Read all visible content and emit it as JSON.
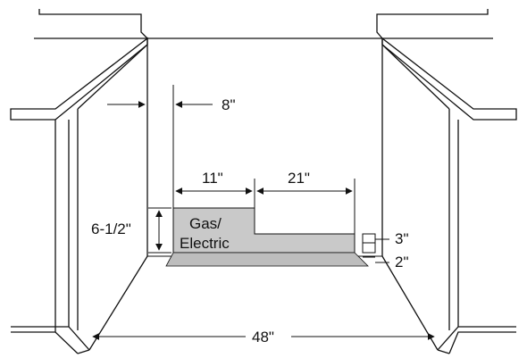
{
  "diagram": {
    "labels": {
      "dim_left_offset": "8\"",
      "dim_gas_width": "11\"",
      "dim_right_span": "21\"",
      "dim_height": "6-1/2\"",
      "zone_line1": "Gas/",
      "zone_line2": "Electric",
      "dim_step_3": "3\"",
      "dim_step_2": "2\"",
      "dim_opening_width": "48\""
    }
  }
}
